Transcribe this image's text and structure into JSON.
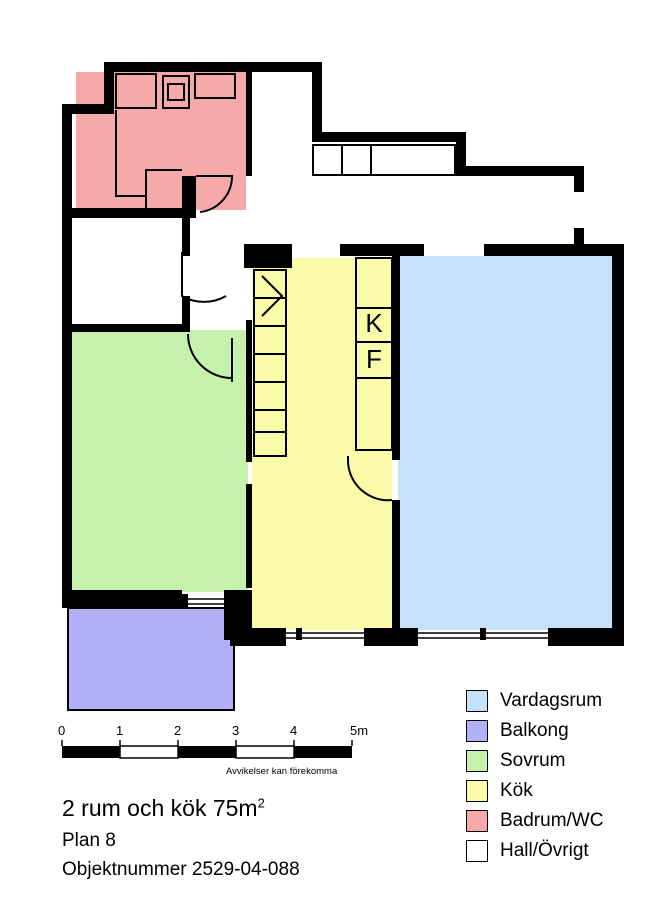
{
  "colors": {
    "vardagsrum": "#c6e2fb",
    "balkong": "#b2b1f7",
    "sovrum": "#c6f1ad",
    "kok": "#fafaa9",
    "badrum": "#f6a9a9",
    "hall": "#ffffff",
    "wall": "#000000"
  },
  "fixture_labels": {
    "k": "K",
    "f": "F"
  },
  "scale": {
    "ticks": [
      "0",
      "1",
      "2",
      "3",
      "4",
      "5m"
    ],
    "note": "Avvikelser kan förekomma"
  },
  "legend": [
    {
      "label": "Vardagsrum",
      "color": "#c6e2fb"
    },
    {
      "label": "Balkong",
      "color": "#b2b1f7"
    },
    {
      "label": "Sovrum",
      "color": "#c6f1ad"
    },
    {
      "label": "Kök",
      "color": "#fafaa9"
    },
    {
      "label": "Badrum/WC",
      "color": "#f6a9a9"
    },
    {
      "label": "Hall/Övrigt",
      "color": "#ffffff"
    }
  ],
  "info": {
    "title": "2 rum och kök 75m",
    "title_sup": "2",
    "plan": "Plan 8",
    "object": "Objektnummer 2529-04-088"
  }
}
